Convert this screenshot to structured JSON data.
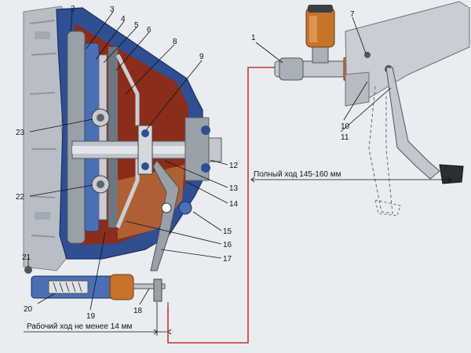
{
  "callouts": {
    "c1": "1",
    "c2": "2",
    "c3": "3",
    "c4": "4",
    "c5": "5",
    "c6": "6",
    "c7": "7",
    "c8": "8",
    "c9": "9",
    "c10": "10",
    "c11": "11",
    "c12": "12",
    "c13": "13",
    "c14": "14",
    "c15": "15",
    "c16": "16",
    "c17": "17",
    "c18": "18",
    "c19": "19",
    "c20": "20",
    "c21": "21",
    "c22": "22",
    "c23": "23"
  },
  "dimensions": {
    "full_travel": "Полный ход 145-160 мм",
    "working_travel": "Рабочий ход не менее 14 мм"
  },
  "colors": {
    "background": "#e9ecf1",
    "housing_blue": "#2f4f93",
    "housing_red": "#8a2d1a",
    "reservoir_orange": "#c8732a",
    "hydraulic_line": "#c0392b"
  }
}
